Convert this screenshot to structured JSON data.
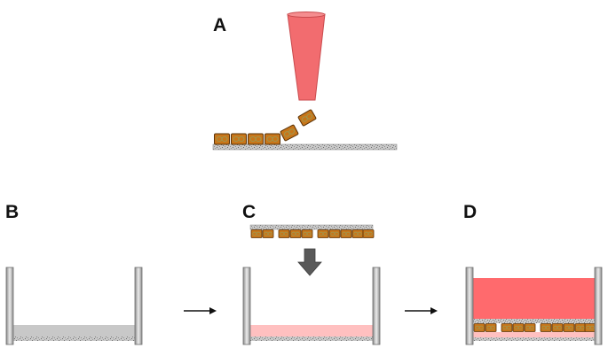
{
  "panels": {
    "a": "A",
    "b": "B",
    "c": "C",
    "d": "D"
  },
  "colors": {
    "laser_fill": "#f26c6f",
    "laser_stroke": "#c94a4d",
    "cell_fill": "#c8761a",
    "cell_stroke": "#5a3308",
    "cell_inner": "#9a9a55",
    "substrate_light": "#c9c9c9",
    "substrate_dark": "#7d7d7d",
    "well_wall_light": "#e6e6e6",
    "well_wall_dark": "#8a8a8a",
    "gel_gray": "#c8c8c8",
    "gel_pink": "#ffc0c0",
    "medium_red": "#ff6a6d",
    "arrow_gray": "#595959",
    "arrow_black": "#111111"
  },
  "icons": {
    "laser": "laser-beam-icon",
    "cell": "cell-icon",
    "down_arrow": "down-arrow-icon",
    "right_arrow": "right-arrow-icon"
  }
}
